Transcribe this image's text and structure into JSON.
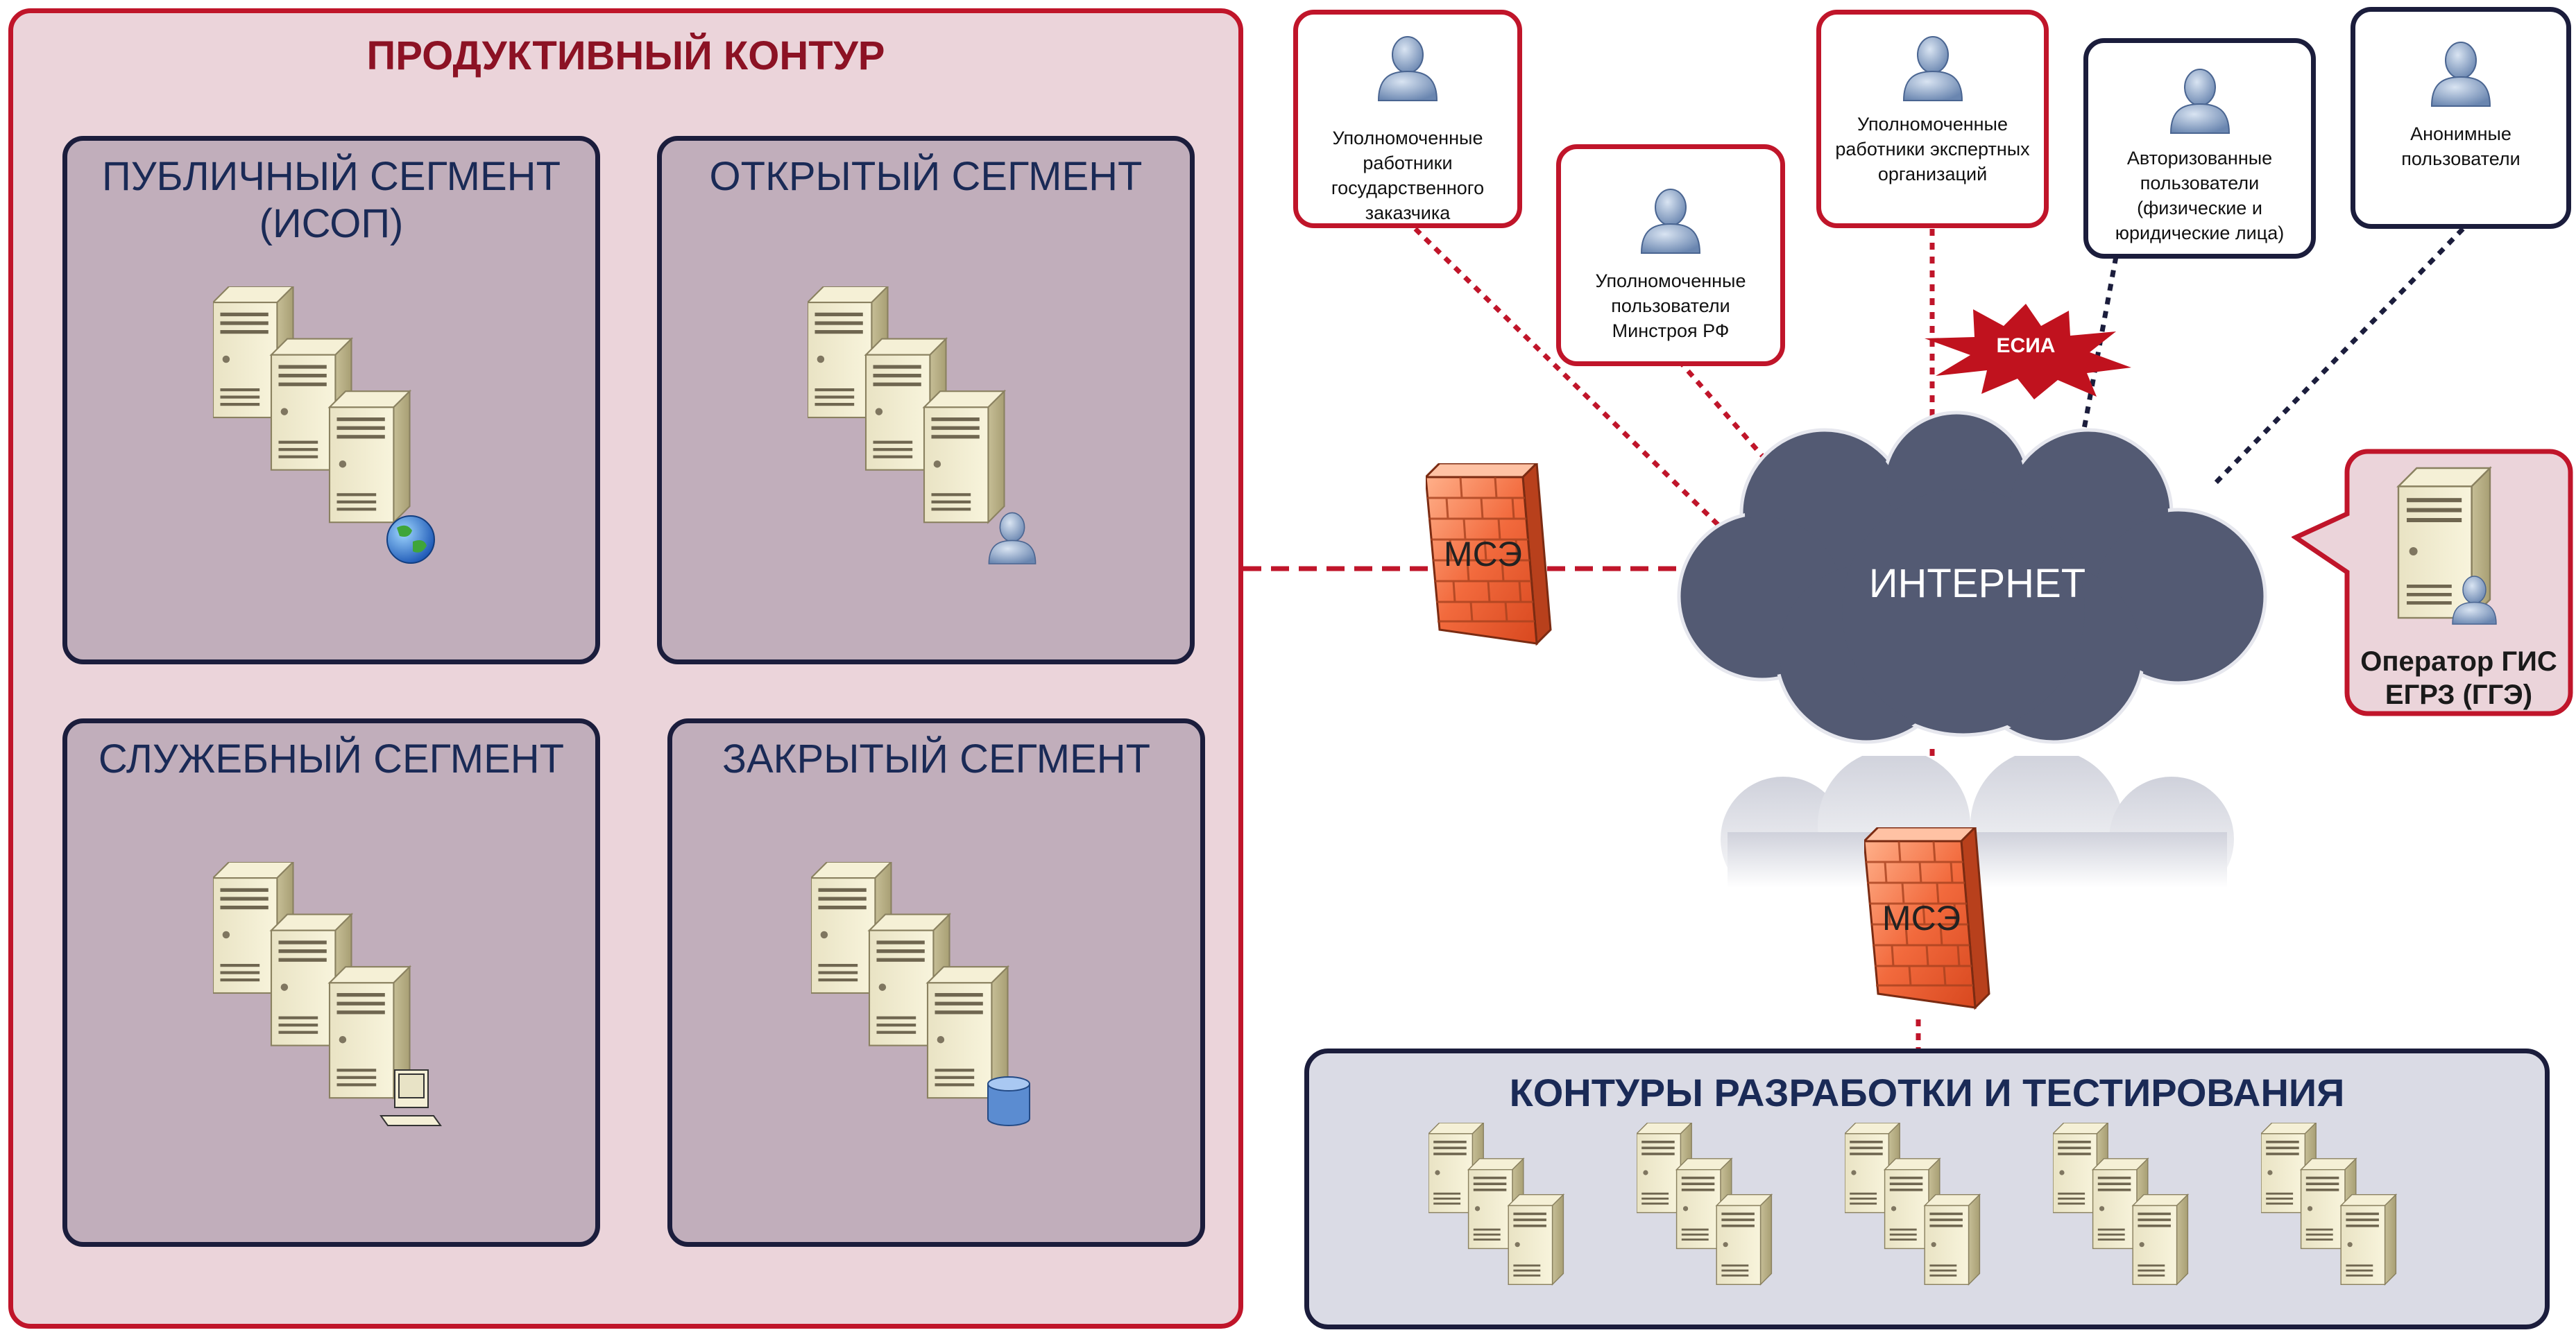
{
  "production_contour": {
    "title": "ПРОДУКТИВНЫЙ КОНТУР",
    "segments": [
      {
        "title": "ПУБЛИЧНЫЙ СЕГМЕНТ\n(ИСОП)",
        "badge": "globe-icon"
      },
      {
        "title": "ОТКРЫТЫЙ СЕГМЕНТ",
        "badge": "user-icon"
      },
      {
        "title": "СЛУЖЕБНЫЙ СЕГМЕНТ",
        "badge": "computer-icon"
      },
      {
        "title": "ЗАКРЫТЫЙ СЕГМЕНТ",
        "badge": "database-icon"
      }
    ]
  },
  "firewall_label": "МСЭ",
  "internet_label": "ИНТЕРНЕТ",
  "esia_label": "ЕСИА",
  "users": [
    {
      "label": "Уполномоченные работники государственного заказчика"
    },
    {
      "label": "Уполномоченные пользователи Минстроя РФ"
    },
    {
      "label": "Уполномоченные работники экспертных организаций"
    },
    {
      "label": "Авторизованные пользователи (физические и юридические лица)"
    },
    {
      "label": "Анонимные пользователи"
    }
  ],
  "operator": {
    "label": "Оператор ГИС ЕГРЗ (ГГЭ)"
  },
  "dev_contours": {
    "title": "КОНТУРЫ РАЗРАБОТКИ И ТЕСТИРОВАНИЯ",
    "cluster_count": 5
  },
  "colors": {
    "red": "#c0152a",
    "navy": "#1b1d3c",
    "cloud": "#535a73",
    "firewall": "#f26a3d"
  }
}
